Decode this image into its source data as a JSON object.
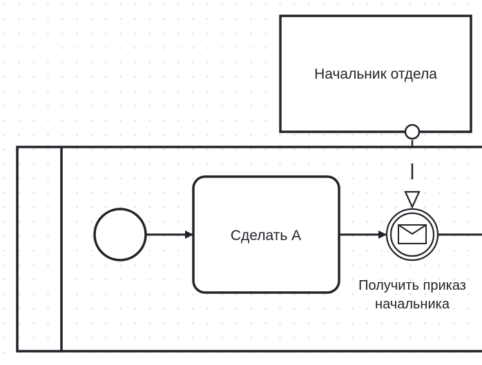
{
  "diagram": {
    "type": "BPMN collaboration",
    "participant_external": {
      "name": "Начальник отдела"
    },
    "participant_main": {
      "name": ""
    },
    "elements": [
      {
        "id": "start-event",
        "type": "start-event",
        "label": ""
      },
      {
        "id": "task-a",
        "type": "task",
        "label": "Сделать А"
      },
      {
        "id": "message-catch-event",
        "type": "intermediate-message-catch-event",
        "label_line1": "Получить приказ",
        "label_line2": "начальника"
      }
    ],
    "flows": [
      {
        "type": "sequence-flow",
        "from": "start-event",
        "to": "task-a"
      },
      {
        "type": "sequence-flow",
        "from": "task-a",
        "to": "message-catch-event"
      },
      {
        "type": "sequence-flow",
        "from": "message-catch-event",
        "to": "(off-screen)"
      },
      {
        "type": "message-flow",
        "from": "Начальник отдела",
        "to": "message-catch-event"
      }
    ],
    "colors": {
      "stroke": "#22242a",
      "fill": "#ffffff",
      "grid_dot": "#cfcfcf"
    }
  }
}
